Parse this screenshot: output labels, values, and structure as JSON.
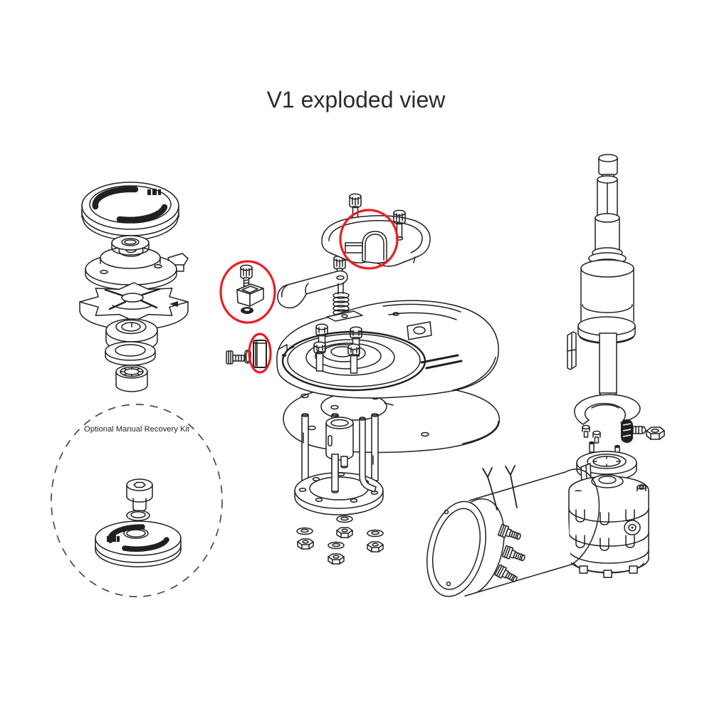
{
  "title": "V1 exploded view",
  "labels": {
    "recovery_kit": "Optional Manual Recovery Kit"
  },
  "colors": {
    "line": "#231f20",
    "highlight": "#ed1c24",
    "background": "#ffffff"
  },
  "highlights": [
    {
      "id": "chainpipe-cover-opening"
    },
    {
      "id": "pawl-fastener-kit"
    },
    {
      "id": "clutch-drive-key"
    }
  ],
  "parts": [
    "top-cap",
    "drive-cap",
    "gypsy-chainwheel",
    "cone-washer",
    "flat-washer",
    "lock-nut",
    "recovery-kit-screw",
    "recovery-kit-oring",
    "recovery-kit-cap",
    "cover-screw-1",
    "cover-screw-2",
    "chainpipe-cover",
    "pawl-kit",
    "key-kit",
    "stripper-arm",
    "spring",
    "base-housing",
    "clutch-rings",
    "deck-studs",
    "gasket",
    "mounting-studs",
    "drive-tube",
    "deck-flange",
    "washers-and-nuts",
    "main-shaft",
    "drive-key-pin",
    "clamp-yoke",
    "seal-grommet",
    "bolt",
    "hex-nut",
    "gearbox-flange",
    "gearbox",
    "motor",
    "motor-terminals",
    "motor-wires"
  ]
}
